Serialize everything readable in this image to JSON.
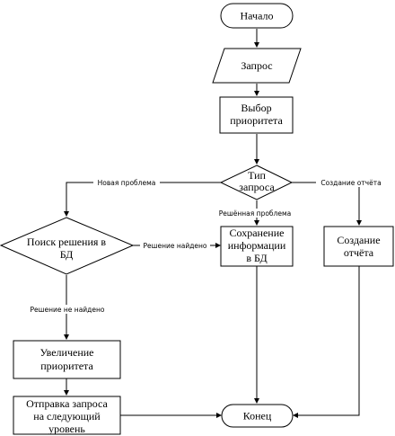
{
  "nodes": {
    "start": "Начало",
    "request": "Запрос",
    "priority": [
      "Выбор",
      "приоритета"
    ],
    "type": [
      "Тип",
      "запроса"
    ],
    "search": [
      "Поиск решения в",
      "БД"
    ],
    "save": [
      "Сохранение",
      "информации",
      "в БД"
    ],
    "report": [
      "Создание",
      "отчёта"
    ],
    "increase": [
      "Увеличение",
      "приоритета"
    ],
    "send": [
      "Отправка запроса",
      "на следующий",
      "уровень"
    ],
    "end": "Конец"
  },
  "edges": {
    "new_problem": "Новая проблема",
    "create_report": "Создание отчёта",
    "solved_problem": "Решённая проблема",
    "solution_found": "Решение найдено",
    "solution_not_found": "Решение не найдено"
  }
}
